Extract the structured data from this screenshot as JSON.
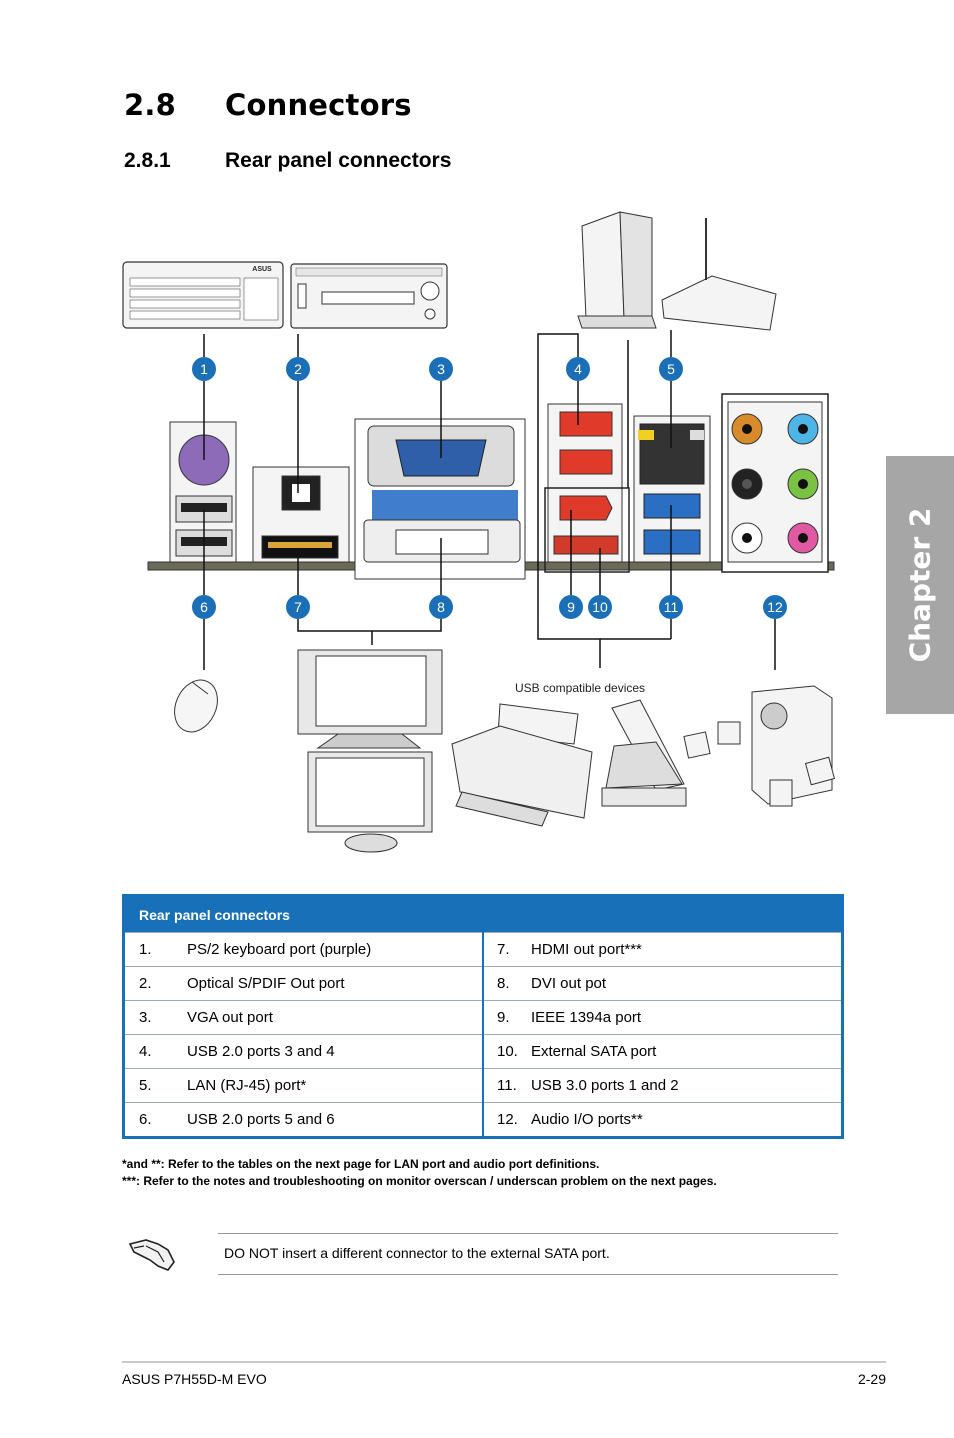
{
  "section": {
    "number": "2.8",
    "title": "Connectors"
  },
  "subsection": {
    "number": "2.8.1",
    "title": "Rear panel connectors"
  },
  "chapter_tab": "Chapter 2",
  "diagram": {
    "callouts": [
      "1",
      "2",
      "3",
      "4",
      "5",
      "6",
      "7",
      "8",
      "9",
      "10",
      "11",
      "12"
    ],
    "usb_caption": "USB compatible devices",
    "keyboard_brand": "ASUS",
    "colors": {
      "callout": "#1b6fb6",
      "ps2_purple": "#8e6bb8",
      "usb_red": "#e03a2a",
      "usb3_blue": "#2b6fc4",
      "audio_orange": "#d88b2a",
      "audio_blue": "#4fb4e6",
      "audio_green": "#7cc242",
      "audio_pink": "#e05aa3"
    }
  },
  "table": {
    "header": "Rear panel connectors",
    "rows": [
      {
        "left_num": "1.",
        "left": "PS/2 keyboard port (purple)",
        "right_num": "7.",
        "right": "HDMI out port***"
      },
      {
        "left_num": "2.",
        "left": "Optical S/PDIF Out port",
        "right_num": "8.",
        "right": "DVI out pot"
      },
      {
        "left_num": "3.",
        "left": "VGA out port",
        "right_num": "9.",
        "right": "IEEE 1394a port"
      },
      {
        "left_num": "4.",
        "left": "USB 2.0 ports 3 and 4",
        "right_num": "10.",
        "right": "External SATA port"
      },
      {
        "left_num": "5.",
        "left": "LAN (RJ-45) port*",
        "right_num": "11.",
        "right": "USB 3.0 ports 1 and 2"
      },
      {
        "left_num": "6.",
        "left": "USB 2.0 ports 5 and 6",
        "right_num": "12.",
        "right": "Audio I/O ports**"
      }
    ]
  },
  "footnotes": [
    "*and **: Refer to the tables on the next page for LAN port and audio port definitions.",
    "***: Refer to the notes and troubleshooting on monitor overscan / underscan problem on the next pages."
  ],
  "note": "DO NOT insert a different connector to the external SATA port.",
  "footer": {
    "left": "ASUS P7H55D-M EVO",
    "right": "2-29"
  }
}
